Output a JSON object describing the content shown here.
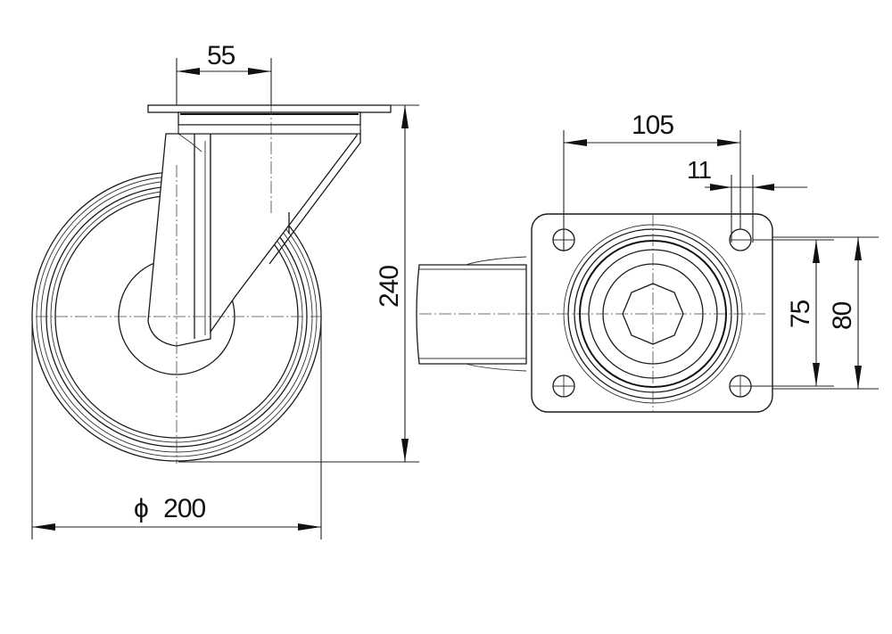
{
  "drawing": {
    "subject": "Swivel castor technical drawing",
    "line_color": "#1a1a1a",
    "background": "#ffffff",
    "views": [
      {
        "name": "side-view",
        "dimensions": {
          "swivel_offset": "55",
          "overall_height": "240",
          "wheel_diameter_symbol": "ϕ",
          "wheel_diameter": "200"
        }
      },
      {
        "name": "top-view",
        "dimensions": {
          "bolt_hole_spacing_x": "105",
          "bolt_hole_diameter": "11",
          "bolt_hole_spacing_y": "75",
          "plate_width": "80"
        }
      }
    ]
  }
}
